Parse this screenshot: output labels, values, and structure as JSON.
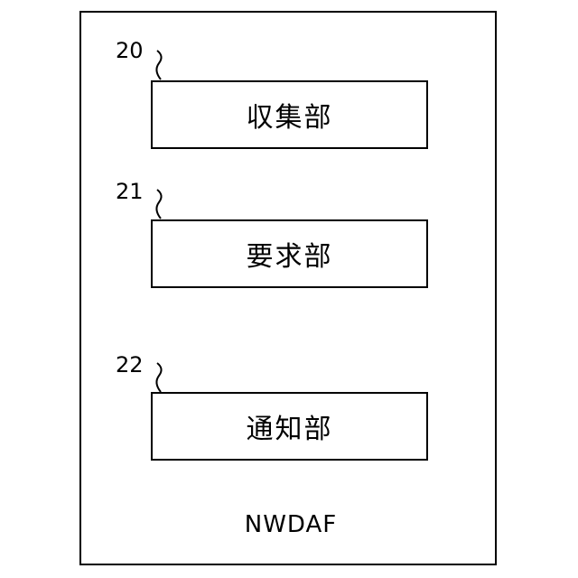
{
  "device": {
    "label": "NWDAF"
  },
  "units": [
    {
      "ref": "20",
      "label": "収集部"
    },
    {
      "ref": "21",
      "label": "要求部"
    },
    {
      "ref": "22",
      "label": "通知部"
    }
  ]
}
